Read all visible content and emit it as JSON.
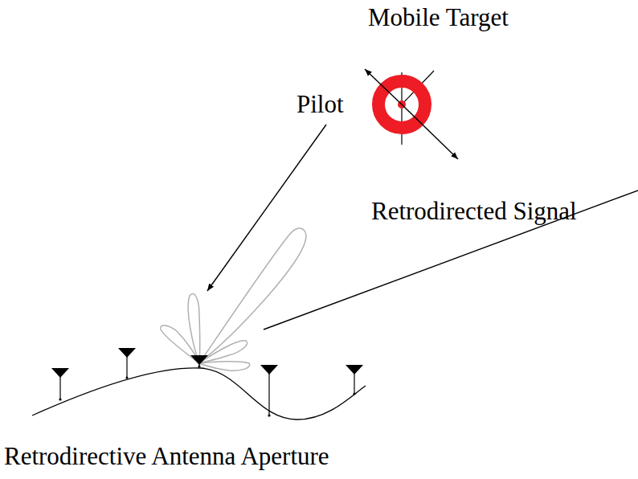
{
  "diagram": {
    "nodes": [
      {
        "text": [
          "Mobile Target"
        ]
      },
      {
        "text": [
          "Retrodirective Antenna Aperture"
        ]
      }
    ],
    "edges": [
      {
        "from": 0,
        "to": 1,
        "arrow": "to",
        "label": "Pilot"
      },
      {
        "from": 1,
        "to": 0,
        "arrow": "to",
        "label": "Retrodirected Signal"
      }
    ]
  }
}
